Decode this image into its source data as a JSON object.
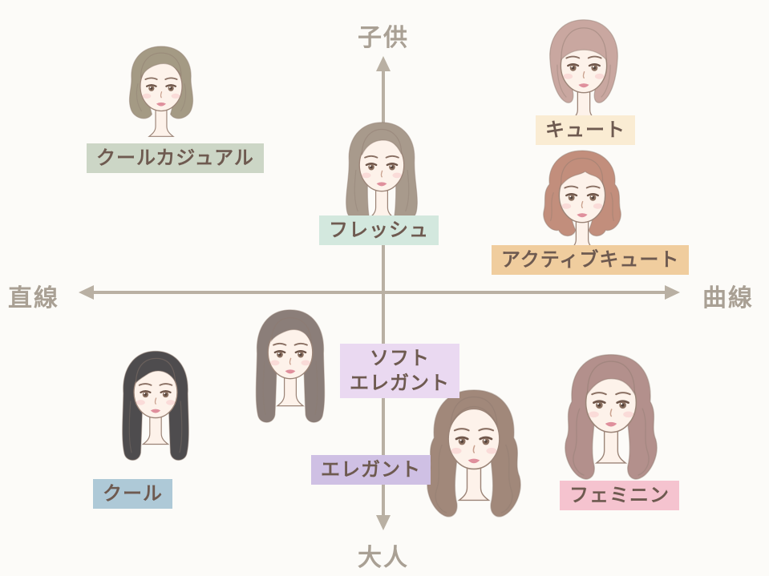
{
  "page": {
    "background": "#fcfbf8"
  },
  "axes": {
    "top_label": "子供",
    "bottom_label": "大人",
    "left_label": "直線",
    "right_label": "曲線",
    "line_color": "#b9b0a3",
    "label_color": "#a9a094"
  },
  "palette": {
    "tag_text": "#6e5a50",
    "skin": "#fdf2ea",
    "line": "#9b8477",
    "lip": "#df8f9c",
    "blush": "#f4b9bd",
    "iris": "#8a6f5f"
  },
  "labels": {
    "cool_casual": {
      "label": "クールカジュアル",
      "bg": "#ccd6c6"
    },
    "cute": {
      "label": "キュート",
      "bg": "#faecd3"
    },
    "fresh": {
      "label": "フレッシュ",
      "bg": "#d3e8de"
    },
    "active_cute": {
      "label": "アクティブキュート",
      "bg": "#f0cd9e"
    },
    "soft_elegant": {
      "label": "ソフト\nエレガント",
      "bg": "#ead9f1"
    },
    "elegant": {
      "label": "エレガント",
      "bg": "#cfc0e4"
    },
    "cool": {
      "label": "クール",
      "bg": "#aec9d7"
    },
    "feminine": {
      "label": "フェミニン",
      "bg": "#f5c3cf"
    }
  },
  "portraits": {
    "cool_casual": {
      "style": "bob",
      "hair": "#a49a84"
    },
    "fresh": {
      "style": "medium",
      "hair": "#a89a8c"
    },
    "cute": {
      "style": "bob_bangs",
      "hair": "#c9a7a0"
    },
    "active_cute": {
      "style": "curly_bob",
      "hair": "#c28e7c"
    },
    "soft_elegant": {
      "style": "long_side",
      "hair": "#8b7e79"
    },
    "cool": {
      "style": "long_sleek",
      "hair": "#4e4c4e"
    },
    "elegant": {
      "style": "long_wavy",
      "hair": "#a1887a"
    },
    "feminine": {
      "style": "long_wavy_bangs",
      "hair": "#b3908c"
    }
  }
}
